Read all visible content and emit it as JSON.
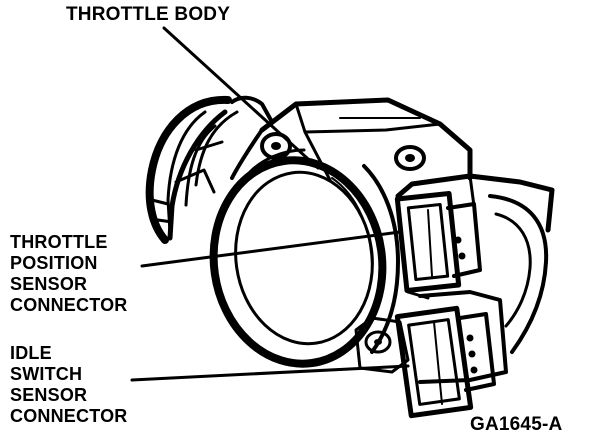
{
  "labels": {
    "throttle_body": "THROTTLE BODY",
    "tps_connector": [
      "THROTTLE",
      "POSITION",
      "SENSOR",
      "CONNECTOR"
    ],
    "idle_switch_connector": [
      "IDLE",
      "SWITCH",
      "SENSOR",
      "CONNECTOR"
    ],
    "figure_id": "GA1645-A"
  },
  "colors": {
    "ink": "#000000",
    "paper": "#ffffff"
  }
}
